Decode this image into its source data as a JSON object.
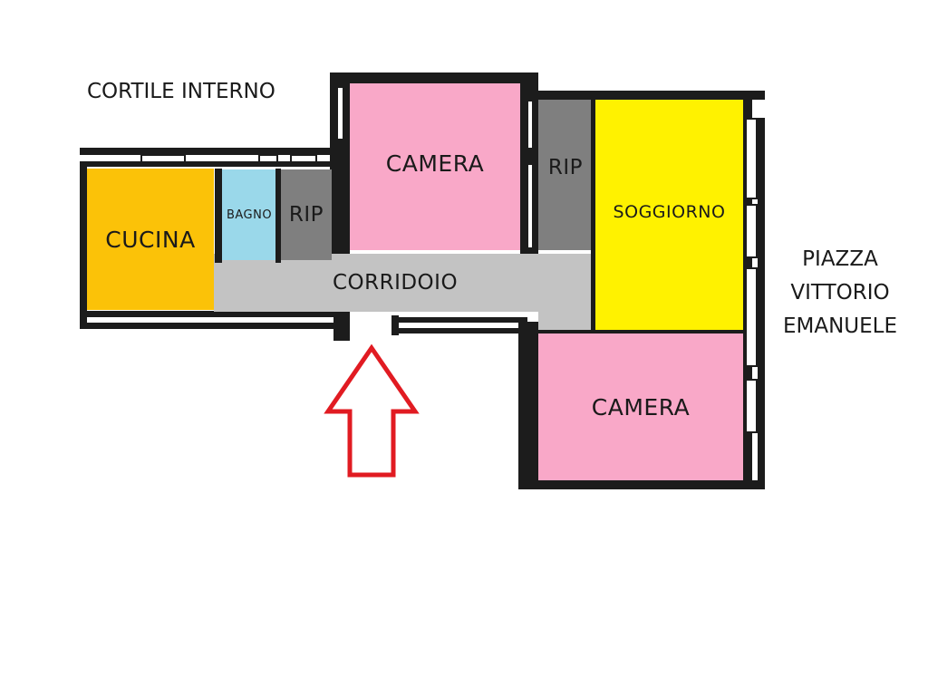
{
  "plan": {
    "outside_labels": {
      "courtyard": "CORTILE INTERNO",
      "square_line1": "PIAZZA",
      "square_line2": "VITTORIO",
      "square_line3": "EMANUELE"
    },
    "rooms": {
      "cucina": "CUCINA",
      "bagno": "BAGNO",
      "rip_left": "RIP",
      "camera_top": "CAMERA",
      "rip_right": "RIP",
      "soggiorno": "SOGGIORNO",
      "corridoio": "CORRIDOIO",
      "camera_bottom": "CAMERA"
    },
    "colors": {
      "cucina": "#FBC208",
      "bagno": "#9AD8EA",
      "rip": "#7F7F7F",
      "camera": "#F9A8C8",
      "soggiorno": "#FFF200",
      "corridoio": "#C3C3C3",
      "wall": "#1C1C1C",
      "entrance_arrow": "#E11B22"
    },
    "entrance_arrow": "up-arrow-outline"
  }
}
